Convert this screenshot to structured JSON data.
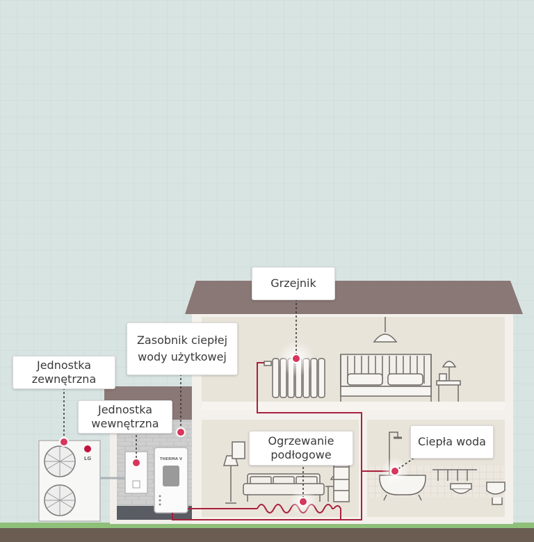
{
  "labels": {
    "outdoor_unit": [
      "Jednostka",
      "zewnętrzna"
    ],
    "indoor_unit": [
      "Jednostka",
      "wewnętrzna"
    ],
    "water_tank": [
      "Zasobnik ciepłej",
      "wody użytkowej"
    ],
    "radiator": [
      "Grzejnik"
    ],
    "floor_heating": [
      "Ogrzewanie",
      "podłogowe"
    ],
    "hot_water": [
      "Ciepła woda"
    ]
  },
  "brand": {
    "outdoor_logo": "LG",
    "tank_logo": "THERMA V"
  },
  "colors": {
    "sky": "#d8e4e2",
    "grid": "#c9d8d6",
    "roof": "#8a7876",
    "wall": "#e9e5de",
    "room": "#ece7df",
    "pipe": "#a8203c",
    "marker": "#d8365c",
    "grass": "#8fc07a",
    "ground": "#6b5d51"
  }
}
